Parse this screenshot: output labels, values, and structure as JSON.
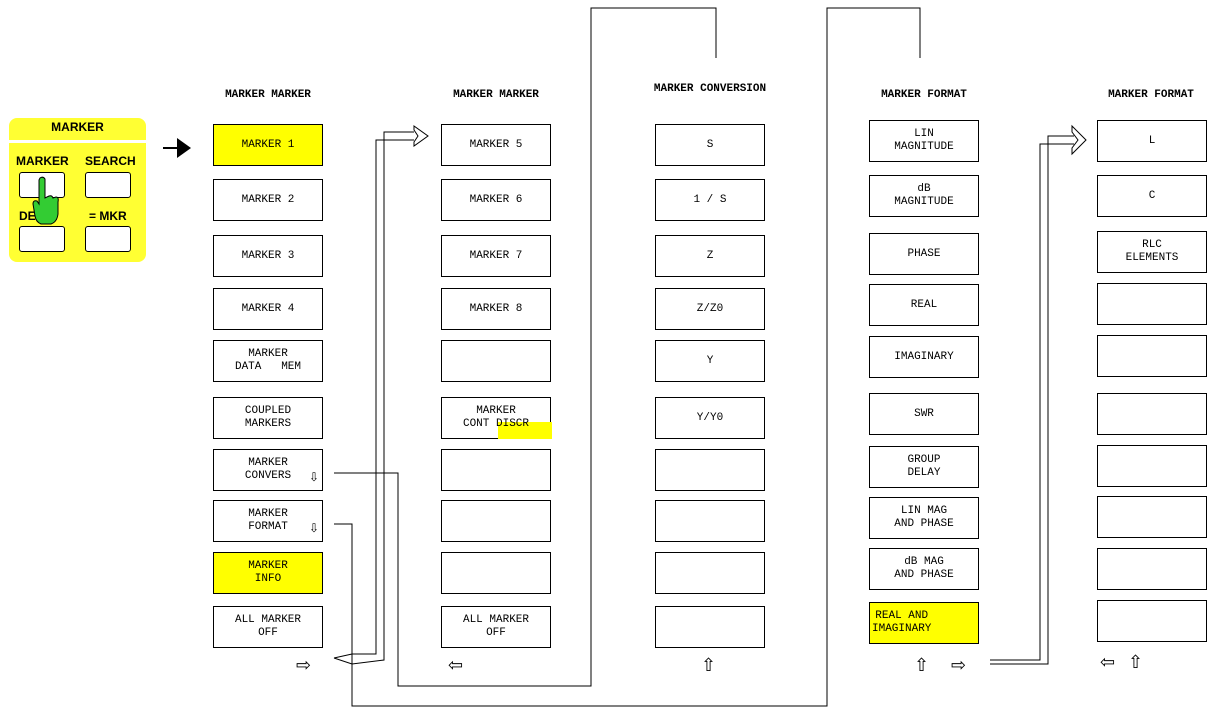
{
  "panel": {
    "title": "MARKER",
    "labels": [
      "MARKER",
      "SEARCH",
      "DELTA",
      "= MKR"
    ]
  },
  "columns": [
    {
      "title": "MARKER\nMARKER",
      "keys": [
        "MARKER 1",
        "MARKER 2",
        "MARKER 3",
        "MARKER 4",
        "MARKER\nDATA   MEM",
        "COUPLED\nMARKERS",
        "MARKER\nCONVERS",
        "MARKER\nFORMAT",
        "MARKER\nINFO",
        "ALL MARKER\nOFF"
      ]
    },
    {
      "title": "MARKER\nMARKER",
      "keys": [
        "MARKER 5",
        "MARKER 6",
        "MARKER 7",
        "MARKER 8",
        "",
        "MARKER\nCONT DISCR",
        "",
        "",
        "",
        "ALL MARKER\nOFF"
      ]
    },
    {
      "title": "MARKER\nCONVERSION",
      "keys": [
        "S",
        "1 / S",
        "Z",
        "Z/Z0",
        "Y",
        "Y/Y0",
        "",
        "",
        "",
        ""
      ]
    },
    {
      "title": "MARKER\nFORMAT",
      "keys": [
        "LIN\nMAGNITUDE",
        "dB\nMAGNITUDE",
        "PHASE",
        "REAL",
        "IMAGINARY",
        "SWR",
        "GROUP\nDELAY",
        "LIN MAG\nAND PHASE",
        "dB MAG\nAND PHASE",
        "REAL AND\nIMAGINARY"
      ]
    },
    {
      "title": "MARKER\nFORMAT",
      "keys": [
        "L",
        "C",
        "RLC\nELEMENTS",
        "",
        "",
        "",
        "",
        "",
        "",
        ""
      ]
    }
  ],
  "nav_arrows": [
    "⇨",
    "⇦",
    "⇧",
    "⇧",
    "⇨",
    "⇦",
    "⇧"
  ],
  "colors": {
    "highlight": "#ffff00",
    "panel": "#ffff33",
    "finger": "#33cc33"
  }
}
